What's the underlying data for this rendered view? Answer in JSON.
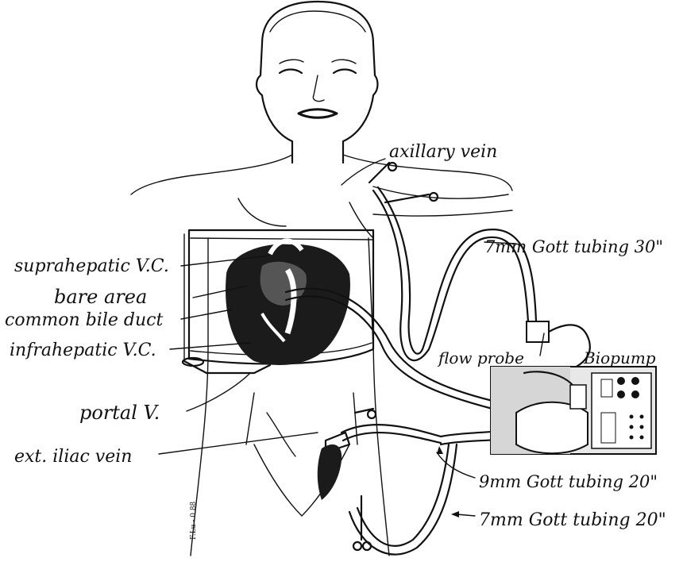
{
  "labels": {
    "axillary_vein": "axillary vein",
    "gott_7mm_30": "7mm Gott tubing 30\"",
    "suprahepatic_vc": "suprahepatic V.C.",
    "bare_area": "bare area",
    "common_bile_duct": "common bile duct",
    "infrahepatic_vc": "infrahepatic V.C.",
    "flow_probe": "flow probe",
    "biopump": "Biopump",
    "portal_v": "portal V.",
    "ext_iliac_vein": "ext. iliac vein",
    "gott_9mm_20": "9mm Gott tubing 20\"",
    "gott_7mm_20": "7mm Gott tubing 20\""
  },
  "signature": "F.Lu - 0 88"
}
